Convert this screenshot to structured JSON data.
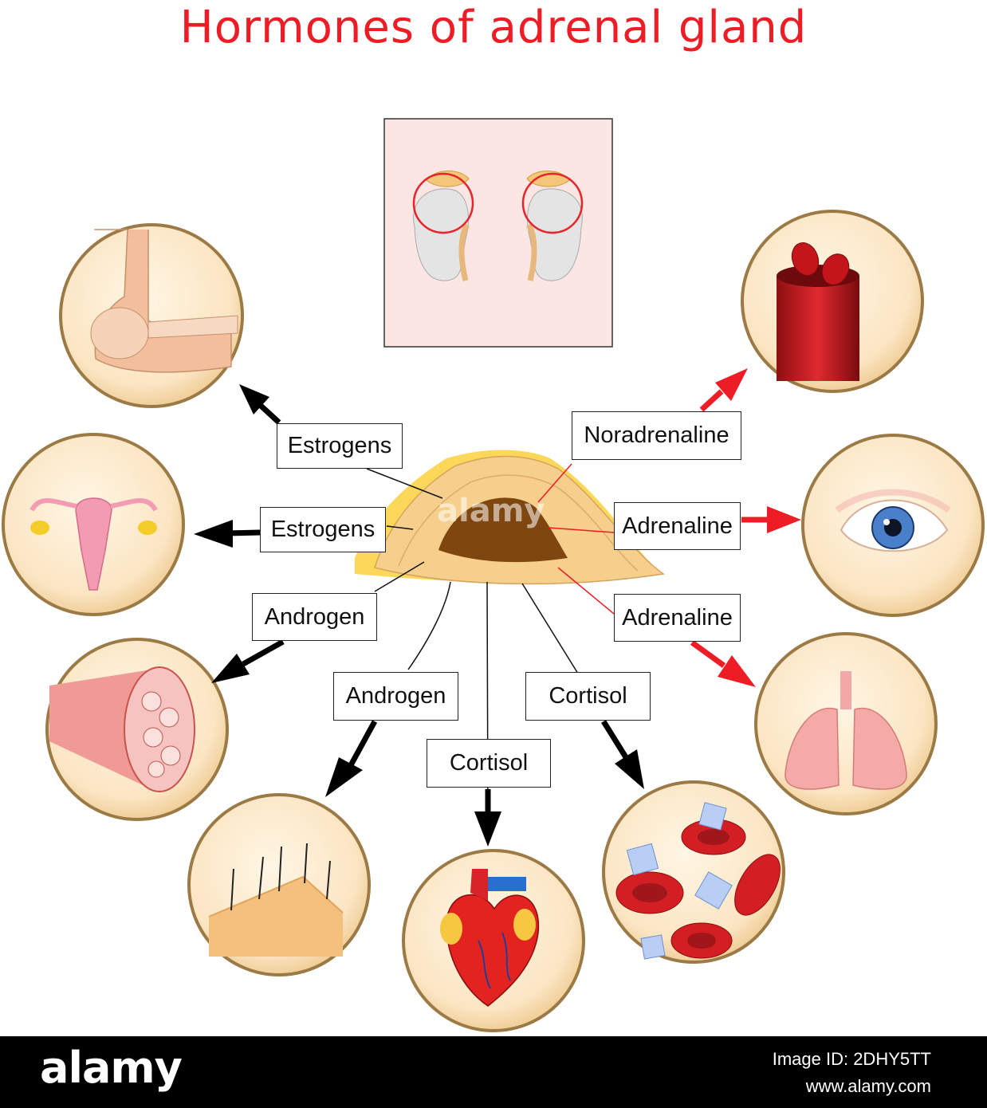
{
  "title": "Hormones of adrenal gland",
  "colors": {
    "title": "#ee1c25",
    "red_arrow": "#ee1c25",
    "black_arrow": "#000000",
    "circle_fill": "#fbe8c8",
    "circle_ring": "#9b7a45"
  },
  "labels": {
    "estrogens_1": "Estrogens",
    "estrogens_2": "Estrogens",
    "androgen_1": "Androgen",
    "androgen_2": "Androgen",
    "cortisol_1": "Cortisol",
    "cortisol_2": "Cortisol",
    "noradrenaline": "Noradrenaline",
    "adrenaline_1": "Adrenaline",
    "adrenaline_2": "Adrenaline"
  },
  "icons": [
    "elbow-joint-icon",
    "uterus-icon",
    "muscle-fiber-icon",
    "skin-hair-icon",
    "heart-icon",
    "blood-cells-sugar-icon",
    "lungs-icon",
    "eye-icon",
    "blood-vessel-icon",
    "kidneys-adrenal-icon",
    "adrenal-gland-icon"
  ],
  "watermark": "alamy",
  "footer": {
    "logo": "alamy",
    "image_id": "Image ID: 2DHY5TT",
    "site": "www.alamy.com"
  }
}
